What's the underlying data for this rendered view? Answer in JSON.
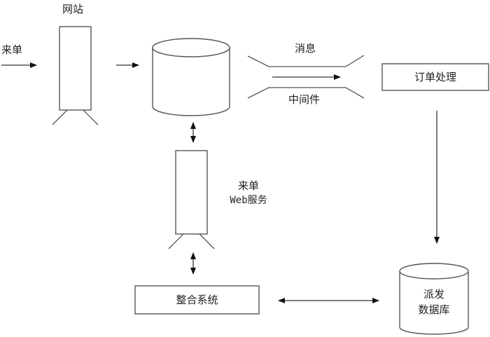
{
  "diagram": {
    "incoming_label": "来单",
    "website_label": "网站",
    "middleware_top_label": "消息",
    "middleware_bottom_label": "中间件",
    "order_processing_label": "订单处理",
    "web_service_label_line1": "来单",
    "web_service_label_line2": "Web服务",
    "integration_label": "整合系统",
    "dispatch_db_line1": "派发",
    "dispatch_db_line2": "数据库"
  },
  "colors": {
    "stroke": "#555555",
    "arrow": "#111111",
    "text": "#222222",
    "background": "#ffffff"
  }
}
